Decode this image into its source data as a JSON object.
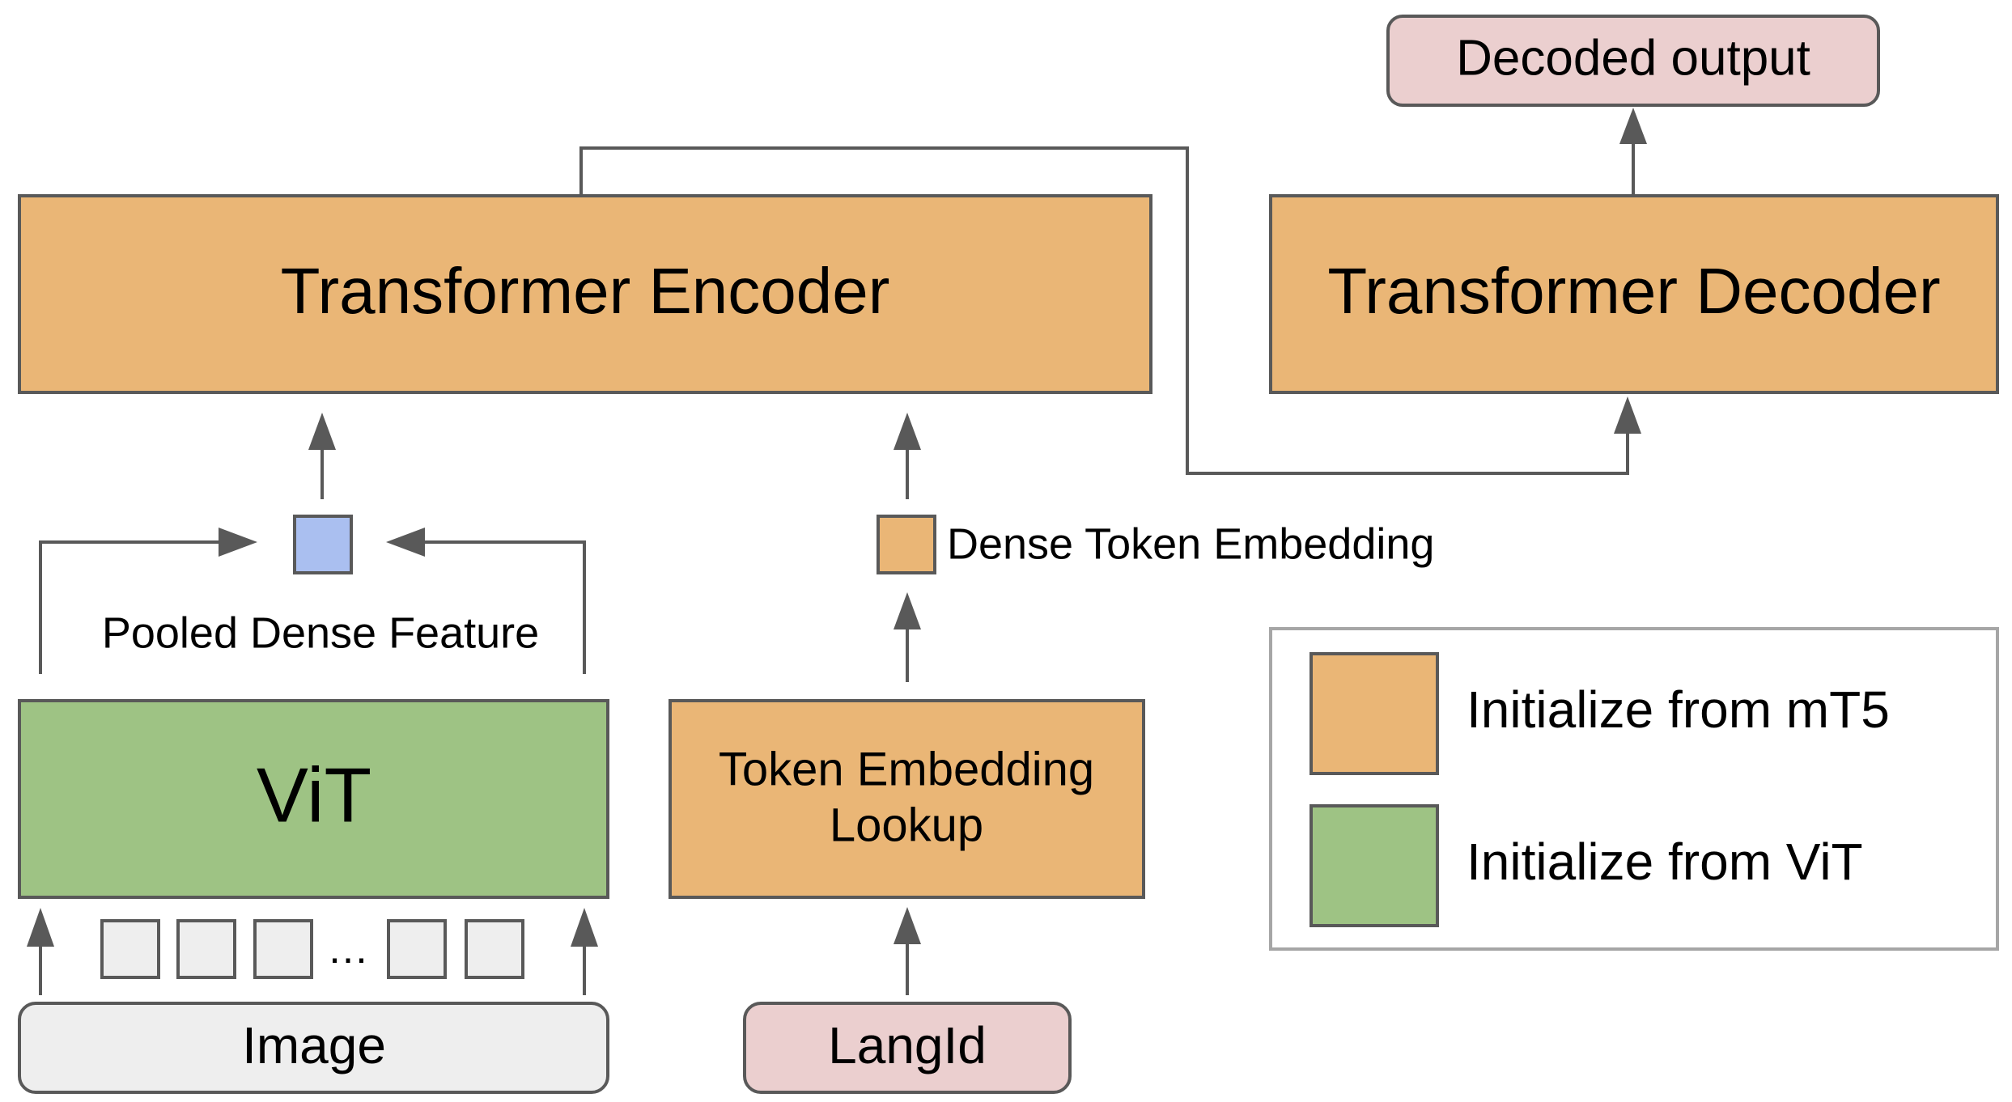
{
  "diagram": {
    "decoded_output": "Decoded output",
    "encoder": "Transformer Encoder",
    "decoder": "Transformer Decoder",
    "pooled_dense_feature": "Pooled Dense Feature",
    "dense_token_embedding": "Dense Token Embedding",
    "vit": "ViT",
    "patch_ellipsis": "…",
    "token_embedding_lookup_line1": "Token Embedding",
    "token_embedding_lookup_line2": "Lookup",
    "image": "Image",
    "langid": "LangId"
  },
  "legend": {
    "items": [
      {
        "label": "Initialize from mT5",
        "color": "#eab676"
      },
      {
        "label": "Initialize from ViT",
        "color": "#9ec384"
      }
    ]
  },
  "colors": {
    "orange": "#eab676",
    "green": "#9ec384",
    "pink": "#ebcfcf",
    "gray": "#eeeeee",
    "blue": "#aabff0",
    "stroke": "#595959"
  }
}
